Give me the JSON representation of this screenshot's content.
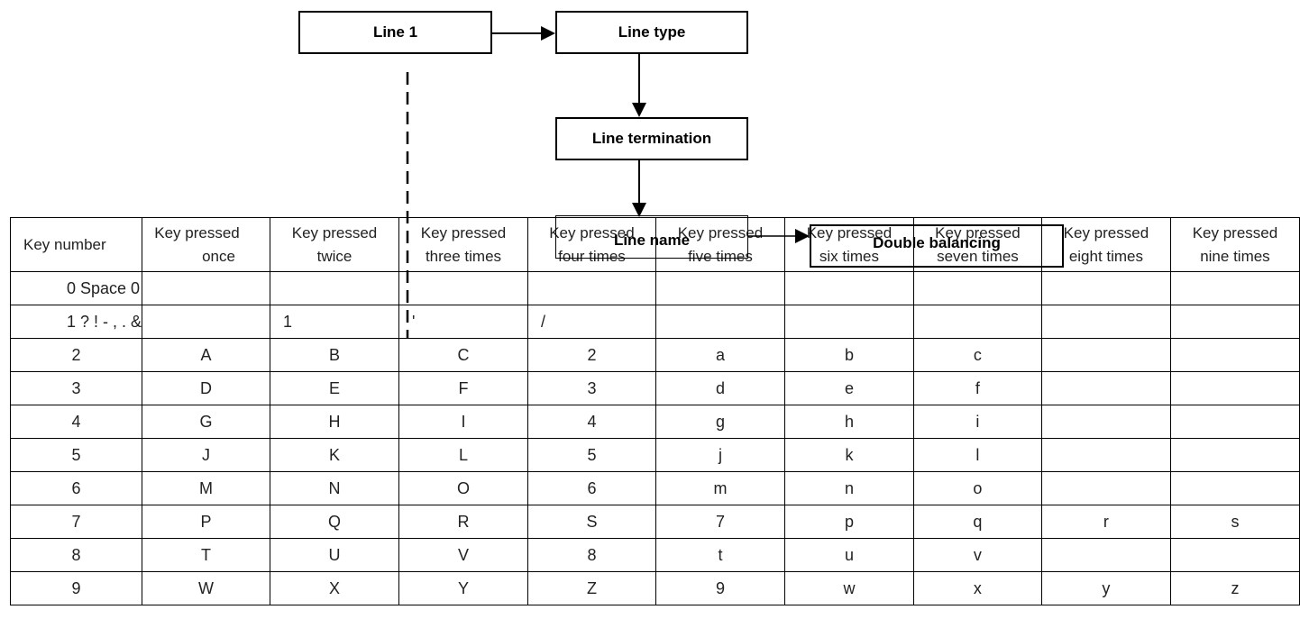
{
  "diagram": {
    "boxes": {
      "line1": "Line 1",
      "line_type": "Line type",
      "line_termination": "Line termination",
      "line_name": "Line name",
      "double_balancing": "Double balancing"
    }
  },
  "table": {
    "headers": [
      [
        "Key number",
        ""
      ],
      [
        "Key pressed",
        "once"
      ],
      [
        "Key pressed",
        "twice"
      ],
      [
        "Key pressed",
        "three times"
      ],
      [
        "Key pressed",
        "four times"
      ],
      [
        "Key pressed",
        "five times"
      ],
      [
        "Key pressed",
        "six times"
      ],
      [
        "Key pressed",
        "seven times"
      ],
      [
        "Key pressed",
        "eight times"
      ],
      [
        "Key pressed",
        "nine times"
      ]
    ],
    "rows": [
      [
        "0 Space 0",
        "",
        "",
        "",
        "",
        "",
        "",
        "",
        "",
        ""
      ],
      [
        "1 ? ! - , . &",
        "",
        "1",
        "'",
        "/",
        "",
        "",
        "",
        "",
        ""
      ],
      [
        "2",
        "A",
        "B",
        "C",
        "2",
        "a",
        "b",
        "c",
        "",
        ""
      ],
      [
        "3",
        "D",
        "E",
        "F",
        "3",
        "d",
        "e",
        "f",
        "",
        ""
      ],
      [
        "4",
        "G",
        "H",
        "I",
        "4",
        "g",
        "h",
        "i",
        "",
        ""
      ],
      [
        "5",
        "J",
        "K",
        "L",
        "5",
        "j",
        "k",
        "l",
        "",
        ""
      ],
      [
        "6",
        "M",
        "N",
        "O",
        "6",
        "m",
        "n",
        "o",
        "",
        ""
      ],
      [
        "7",
        "P",
        "Q",
        "R",
        "S",
        "7",
        "p",
        "q",
        "r",
        "s"
      ],
      [
        "8",
        "T",
        "U",
        "V",
        "8",
        "t",
        "u",
        "v",
        "",
        ""
      ],
      [
        "9",
        "W",
        "X",
        "Y",
        "Z",
        "9",
        "w",
        "x",
        "y",
        "z"
      ]
    ]
  }
}
